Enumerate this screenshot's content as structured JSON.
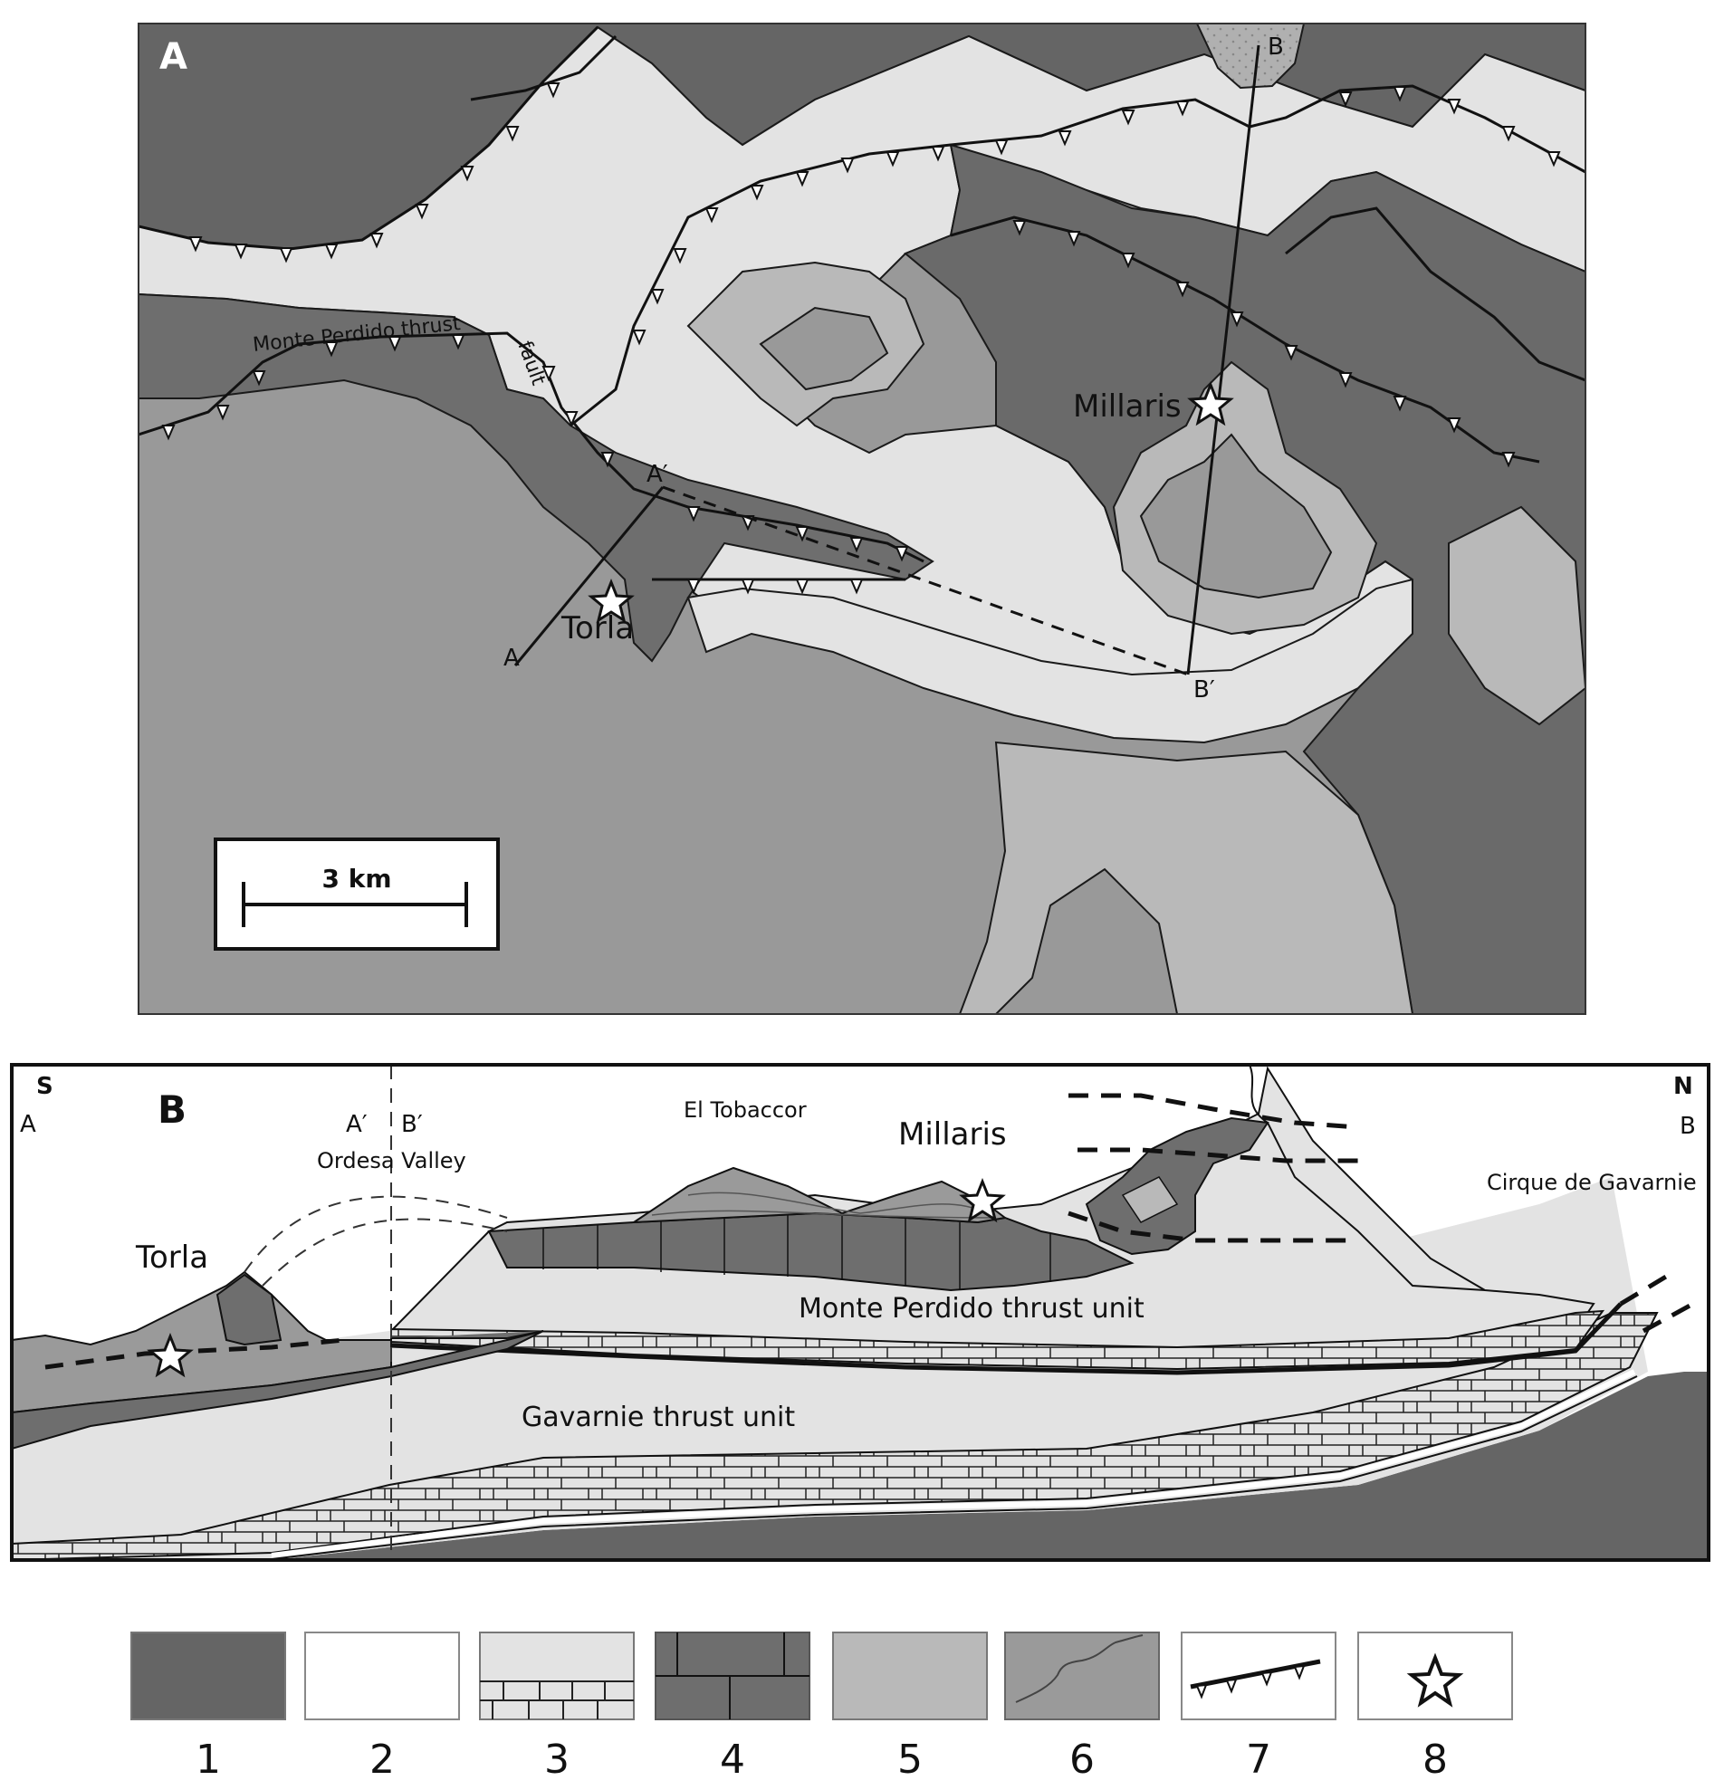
{
  "panel_a": {
    "label": "A",
    "scale_bar": {
      "label": "3 km"
    },
    "fault_label": "Monte Perdido thrust fault",
    "fault_label_part1": "Monte Perdido thrust",
    "fault_label_part2": "fault",
    "places": [
      {
        "name": "Torla"
      },
      {
        "name": "Millaris"
      }
    ],
    "section_points": {
      "a": "A",
      "a_prime": "A′",
      "b": "B",
      "b_prime": "B′"
    }
  },
  "panel_b": {
    "label": "B",
    "south": "S",
    "north": "N",
    "end_left": "A",
    "end_right": "B",
    "join_left": "A′",
    "join_right": "B′",
    "labels": {
      "ordesa": "Ordesa Valley",
      "tobaccor": "El Tobaccor",
      "millaris": "Millaris",
      "torla": "Torla",
      "gavarnie_cirque": "Cirque de Gavarnie",
      "mp_unit": "Monte Perdido thrust unit",
      "gav_unit": "Gavarnie thrust unit"
    }
  },
  "legend": {
    "items": [
      {
        "num": "1",
        "fill": "#656565",
        "pattern": "solid"
      },
      {
        "num": "2",
        "fill": "#ffffff",
        "pattern": "solid"
      },
      {
        "num": "3",
        "fill": "#e3e3e3",
        "pattern": "brick-limestone"
      },
      {
        "num": "4",
        "fill": "#6e6e6e",
        "pattern": "brick-large"
      },
      {
        "num": "5",
        "fill": "#b9b9b9",
        "pattern": "solid"
      },
      {
        "num": "6",
        "fill": "#9a9a9a",
        "pattern": "contour-line"
      },
      {
        "num": "7",
        "fill": "#ffffff",
        "pattern": "thrust-fault-symbol"
      },
      {
        "num": "8",
        "fill": "#ffffff",
        "pattern": "star-symbol"
      }
    ]
  },
  "colors": {
    "unit1_dark": "#656565",
    "unit3_light": "#e3e3e3",
    "unit4_mid_dark": "#6e6e6e",
    "unit5_light_mid": "#b9b9b9",
    "unit6_mid": "#9a9a9a",
    "outline": "#1a1a1a"
  }
}
